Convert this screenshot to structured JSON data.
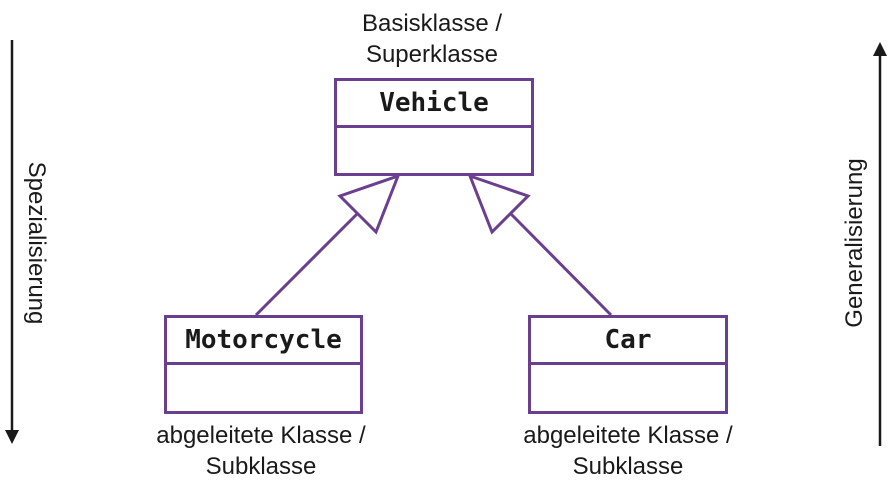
{
  "base": {
    "caption_line1": "Basisklasse /",
    "caption_line2": "Superklasse",
    "class_name": "Vehicle"
  },
  "subclasses": [
    {
      "class_name": "Motorcycle",
      "caption_line1": "abgeleitete Klasse /",
      "caption_line2": "Subklasse"
    },
    {
      "class_name": "Car",
      "caption_line1": "abgeleitete Klasse /",
      "caption_line2": "Subklasse"
    }
  ],
  "left_axis": {
    "label": "Spezialisierung",
    "direction": "down"
  },
  "right_axis": {
    "label": "Generalisierung",
    "direction": "up"
  },
  "colors": {
    "class_border": "#6b3f8f",
    "text": "#1a1a1a",
    "arrow": "#1a1a1a"
  }
}
